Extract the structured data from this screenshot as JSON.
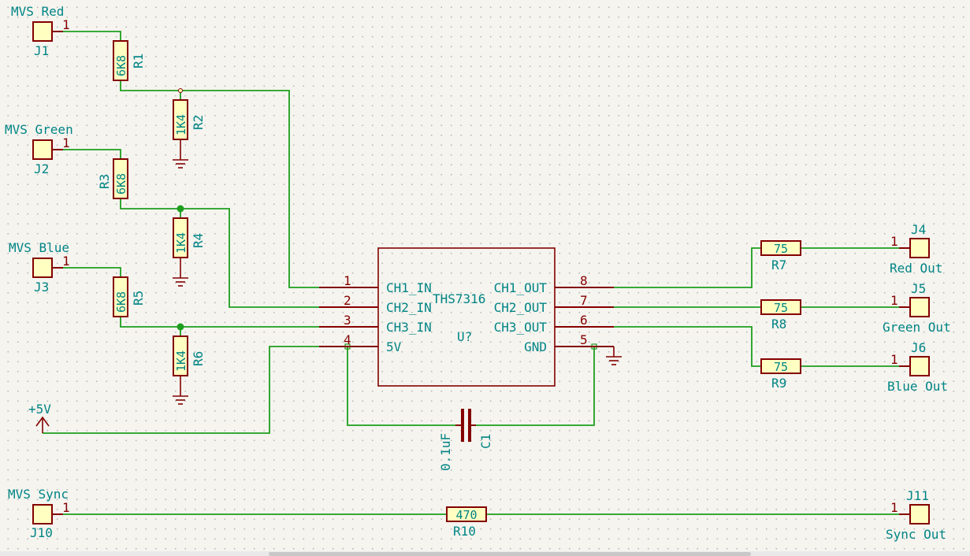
{
  "connectors": [
    {
      "ref": "J1",
      "value": "MVS Red",
      "pin": "1"
    },
    {
      "ref": "J2",
      "value": "MVS Green",
      "pin": "1"
    },
    {
      "ref": "J3",
      "value": "MVS Blue",
      "pin": "1"
    },
    {
      "ref": "J10",
      "value": "MVS Sync",
      "pin": "1"
    },
    {
      "ref": "J4",
      "value": "Red Out",
      "pin": "1"
    },
    {
      "ref": "J5",
      "value": "Green Out",
      "pin": "1"
    },
    {
      "ref": "J6",
      "value": "Blue Out",
      "pin": "1"
    },
    {
      "ref": "J11",
      "value": "Sync Out",
      "pin": "1"
    }
  ],
  "resistors": [
    {
      "ref": "R1",
      "value": "6K8"
    },
    {
      "ref": "R2",
      "value": "1K4"
    },
    {
      "ref": "R3",
      "value": "6K8"
    },
    {
      "ref": "R4",
      "value": "1K4"
    },
    {
      "ref": "R5",
      "value": "6K8"
    },
    {
      "ref": "R6",
      "value": "1K4"
    },
    {
      "ref": "R7",
      "value": "75"
    },
    {
      "ref": "R8",
      "value": "75"
    },
    {
      "ref": "R9",
      "value": "75"
    },
    {
      "ref": "R10",
      "value": "470"
    }
  ],
  "ic": {
    "value": "THS7316",
    "ref": "U?",
    "pins": [
      {
        "num": "1",
        "name": "CH1_IN"
      },
      {
        "num": "2",
        "name": "CH2_IN"
      },
      {
        "num": "3",
        "name": "CH3_IN"
      },
      {
        "num": "4",
        "name": "5V"
      },
      {
        "num": "8",
        "name": "CH1_OUT"
      },
      {
        "num": "7",
        "name": "CH2_OUT"
      },
      {
        "num": "6",
        "name": "CH3_OUT"
      },
      {
        "num": "5",
        "name": "GND"
      }
    ]
  },
  "capacitor": {
    "ref": "C1",
    "value": "0.1uF"
  },
  "power": {
    "label": "+5V"
  }
}
